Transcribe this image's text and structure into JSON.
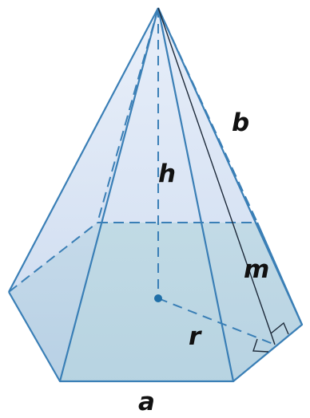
{
  "labels": {
    "base_edge": "a",
    "lateral_edge": "b",
    "height": "h",
    "slant_height": "m",
    "inradius": "r"
  },
  "colors": {
    "edge": "#3a7fb6",
    "base_fill": "#a8d5d1",
    "face_fill": "#c5d6ee",
    "back_face_fill": "#d8e3f4",
    "center_dot": "#1f6fa8",
    "label": "#111111"
  }
}
